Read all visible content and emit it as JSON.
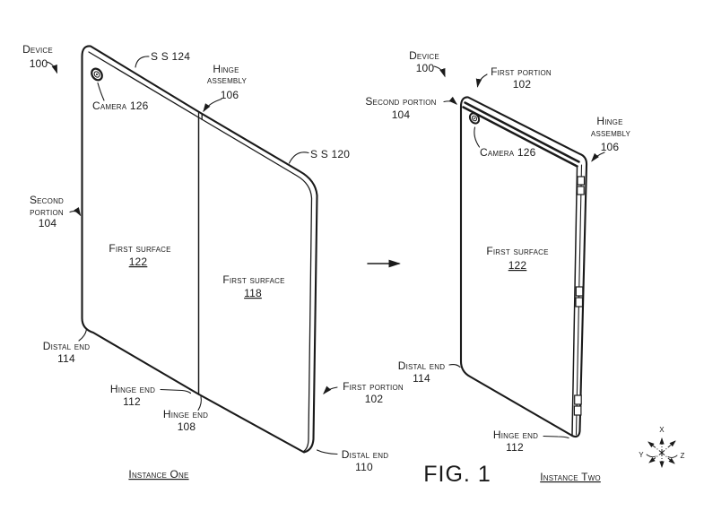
{
  "figure": {
    "caption": "FIG. 1",
    "colors": {
      "ink": "#1a1a1a",
      "background": "#ffffff"
    }
  },
  "axes": {
    "x": "x",
    "y": "y",
    "z": "z"
  },
  "instance_one": {
    "caption": "Instance One",
    "labels": {
      "device": {
        "name": "Device",
        "num": "100"
      },
      "ss_124": {
        "name": "S S 124"
      },
      "hinge_assembly": {
        "line1": "Hinge",
        "line2": "assembly",
        "num": "106"
      },
      "camera": {
        "name": "Camera 126"
      },
      "ss_120": {
        "name": "S S 120"
      },
      "second_portion": {
        "line1": "Second",
        "line2": "portion",
        "num": "104"
      },
      "first_surface_122": {
        "name": "First surface",
        "num": "122"
      },
      "first_surface_118": {
        "name": "First surface",
        "num": "118"
      },
      "distal_end_114": {
        "name": "Distal end",
        "num": "114"
      },
      "hinge_end_112": {
        "name": "Hinge end",
        "num": "112"
      },
      "hinge_end_108": {
        "name": "Hinge end",
        "num": "108"
      },
      "first_portion": {
        "name": "First portion",
        "num": "102"
      },
      "distal_end_110": {
        "name": "Distal end",
        "num": "110"
      }
    }
  },
  "instance_two": {
    "caption": "Instance Two",
    "labels": {
      "device": {
        "name": "Device",
        "num": "100"
      },
      "first_portion": {
        "name": "First portion",
        "num": "102"
      },
      "second_portion": {
        "name": "Second portion",
        "num": "104"
      },
      "camera": {
        "name": "Camera 126"
      },
      "hinge_assembly": {
        "line1": "Hinge",
        "line2": "assembly",
        "num": "106"
      },
      "first_surface_122": {
        "name": "First surface",
        "num": "122"
      },
      "distal_end_114": {
        "name": "Distal end",
        "num": "114"
      },
      "hinge_end_112": {
        "name": "Hinge end",
        "num": "112"
      }
    }
  }
}
